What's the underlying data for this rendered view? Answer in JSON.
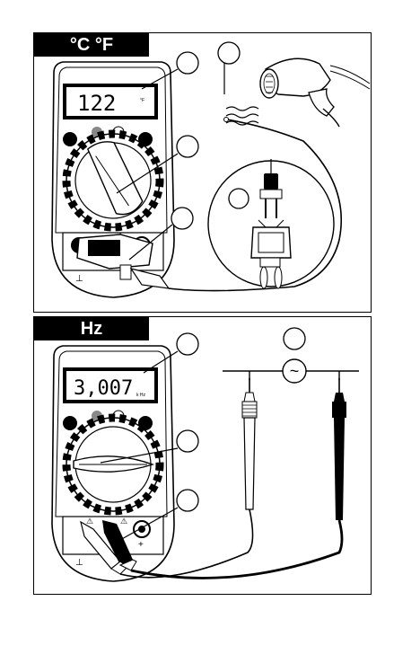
{
  "panels": [
    {
      "title": "°C °F",
      "display": {
        "reading": "122",
        "unit": "°F"
      }
    },
    {
      "title": "Hz",
      "display": {
        "reading": "3,007",
        "unit": "k Hz"
      },
      "source": {
        "ac_symbol": "~"
      }
    }
  ],
  "jack_symbols": {
    "com": "⊥",
    "plus": "+",
    "warn": "⚠"
  }
}
